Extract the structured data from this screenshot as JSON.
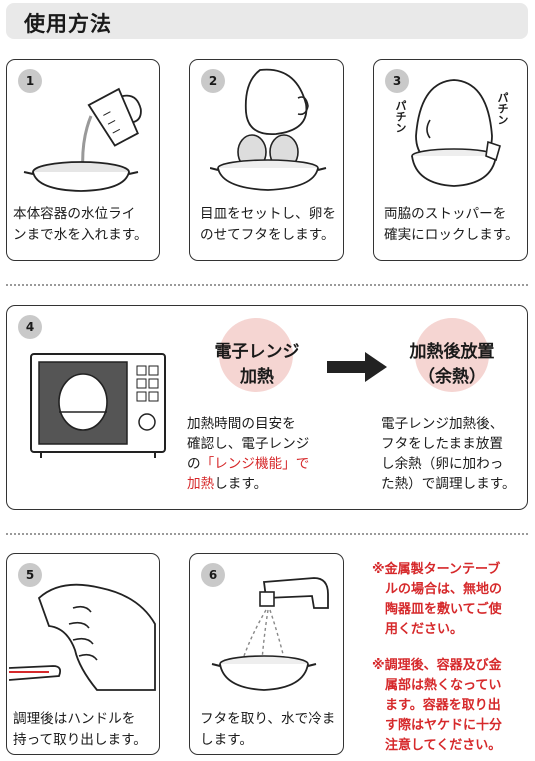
{
  "header": {
    "title": "使用方法"
  },
  "steps": [
    {
      "num": "1",
      "caption": "本体容器の水位ライ\nンまで水を入れます。"
    },
    {
      "num": "2",
      "caption": "目皿をセットし、卵を\nのせてフタをします。"
    },
    {
      "num": "3",
      "caption": "両脇のストッパーを\n確実にロックします。",
      "sfx_left": "パチン",
      "sfx_right": "パチン"
    },
    {
      "num": "4"
    },
    {
      "num": "5",
      "caption": "調理後はハンドルを\n持って取り出します。"
    },
    {
      "num": "6",
      "caption": "フタを取り、水で冷ま\nします。"
    }
  ],
  "step4": {
    "left_heading": "電子レンジ\n加熱",
    "right_heading": "加熱後放置\n（余熱）",
    "left_text_a": "加熱時間の目安を\n確認し、電子レンジ\nの",
    "left_text_red1": "「レンジ機能」で",
    "left_text_red2": "加熱",
    "left_text_b": "します。",
    "right_text": "電子レンジ加熱後、\nフタをしたまま放置\nし余熱（卵に加わっ\nた熱）で調理します。"
  },
  "notes": [
    "※金属製ターンテーブ\n　ルの場合は、無地の\n　陶器皿を敷いてご使\n　用ください。",
    "※調理後、容器及び金\n　属部は熱くなってい\n　ます。容器を取り出\n　す際はヤケドに十分\n　注意してください。"
  ],
  "colors": {
    "accent_red": "#d6292b",
    "circle_pink": "#f5d5d2",
    "badge_gray": "#c9c9c9",
    "title_bg": "#e9e9e9"
  }
}
